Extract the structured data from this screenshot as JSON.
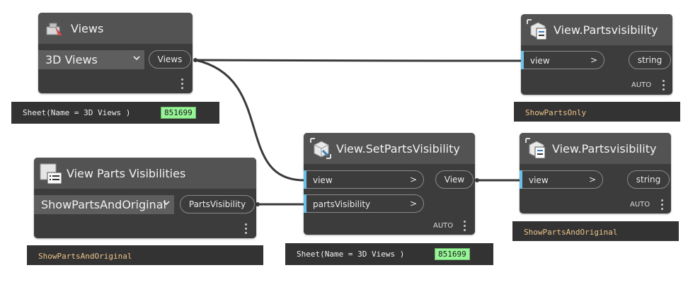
{
  "nodes": {
    "views": {
      "title": "Views",
      "dropdown_value": "3D Views",
      "output": "Views",
      "icon": "views-icon",
      "preview_text": "Sheet(Name = 3D Views )",
      "preview_id": "851699"
    },
    "view_parts_visibilities": {
      "title": "View Parts Visibilities",
      "dropdown_value": "ShowPartsAndOriginal",
      "output": "PartsVisibility",
      "icon": "enum-list-icon",
      "preview_text": "ShowPartsAndOriginal"
    },
    "set_parts_visibility": {
      "title": "View.SetPartsVisibility",
      "inputs": [
        "view",
        "partsVisibility"
      ],
      "output": "View",
      "lacing": "AUTO",
      "icon": "cube-wrench-icon",
      "preview_text": "Sheet(Name = 3D Views )",
      "preview_id": "851699"
    },
    "parts_visibility_top": {
      "title": "View.Partsvisibility",
      "input": "view",
      "output": "string",
      "lacing": "AUTO",
      "icon": "cube-query-icon",
      "preview_text": "ShowPartsOnly"
    },
    "parts_visibility_bottom": {
      "title": "View.Partsvisibility",
      "input": "view",
      "output": "string",
      "lacing": "AUTO",
      "icon": "cube-query-icon",
      "preview_text": "ShowPartsAndOriginal"
    }
  },
  "port_arrow": ">",
  "colors": {
    "node_body": "#3c3c3c",
    "node_header": "#535353",
    "wire": "#3a3a3a",
    "port_accent": "#6ac0e8",
    "preview_bg": "#333333",
    "preview_text": "#ecc48a",
    "id_badge": "#97f597"
  }
}
